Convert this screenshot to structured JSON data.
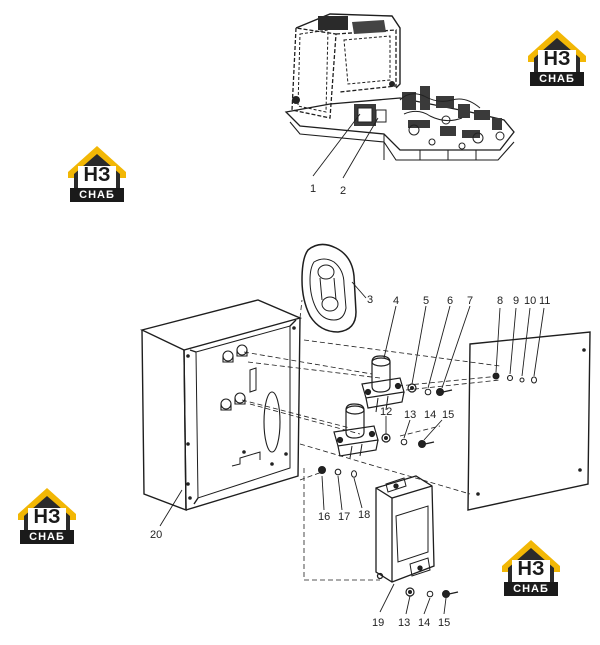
{
  "brand": {
    "mark_text": "НЗ",
    "caption": "СНАБ",
    "colors": {
      "accent": "#f2b705",
      "dark": "#1a1a1a"
    }
  },
  "callouts": {
    "c1": "1",
    "c2": "2",
    "c3": "3",
    "c4": "4",
    "c5": "5",
    "c6": "6",
    "c7": "7",
    "c8": "8",
    "c9": "9",
    "c10": "10",
    "c11": "11",
    "c12": "12",
    "c13a": "13",
    "c14a": "14",
    "c15a": "15",
    "c16": "16",
    "c17": "17",
    "c18": "18",
    "c19": "19",
    "c13b": "13",
    "c14b": "14",
    "c15b": "15",
    "c20": "20"
  },
  "icons": {
    "logo": "nz-snab-logo-icon"
  }
}
